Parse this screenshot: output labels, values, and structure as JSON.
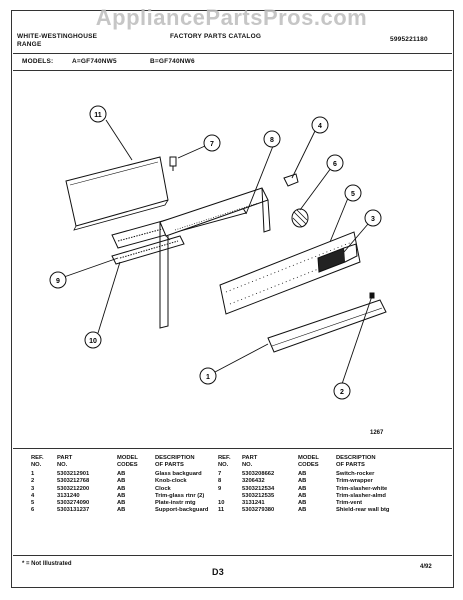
{
  "watermark": "AppliancePartsPros.com",
  "header": {
    "brand_line1": "WHITE-WESTINGHOUSE",
    "brand_line2": "RANGE",
    "catalog": "FACTORY PARTS CATALOG",
    "catalog_number": "5995221180"
  },
  "models": {
    "label": "MODELS:",
    "a": "A=GF740NW5",
    "b": "B=GF740NW6"
  },
  "callouts": [
    "1",
    "2",
    "3",
    "4",
    "5",
    "6",
    "7",
    "8",
    "9",
    "10",
    "11"
  ],
  "figure_code": "1267",
  "columns": {
    "ref": "REF.\nNO.",
    "part": "PART\nNO.",
    "model": "MODEL\nCODES",
    "desc": "DESCRIPTION\nOF PARTS"
  },
  "parts_left": [
    {
      "ref": "1",
      "part": "5303212901",
      "model": "AB",
      "desc": "Glass backguard"
    },
    {
      "ref": "2",
      "part": "5303212768",
      "model": "AB",
      "desc": "Knob-clock"
    },
    {
      "ref": "3",
      "part": "5303212200",
      "model": "AB",
      "desc": "Clock"
    },
    {
      "ref": "4",
      "part": "3131240",
      "model": "AB",
      "desc": "Trim-glass rtnr (2)"
    },
    {
      "ref": "5",
      "part": "5303274090",
      "model": "AB",
      "desc": "Plate-instr mtg"
    },
    {
      "ref": "6",
      "part": "5303131237",
      "model": "AB",
      "desc": "Support-backguard"
    }
  ],
  "parts_right": [
    {
      "ref": "7",
      "part": "5303208662",
      "model": "AB",
      "desc": "Switch-rocker"
    },
    {
      "ref": "8",
      "part": "3206432",
      "model": "AB",
      "desc": "Trim-wrapper"
    },
    {
      "ref": "9",
      "part": "5303212534",
      "model": "AB",
      "desc": "Trim-slasher-white"
    },
    {
      "ref": "",
      "part": "5303212535",
      "model": "AB",
      "desc": "Trim-slasher-almd"
    },
    {
      "ref": "10",
      "part": "3131241",
      "model": "AB",
      "desc": "Trim-vent"
    },
    {
      "ref": "11",
      "part": "5303279380",
      "model": "AB",
      "desc": "Shield-rear wall btg"
    }
  ],
  "footer": {
    "note": "* = Not Illustrated",
    "page": "D3",
    "date": "4/92"
  }
}
